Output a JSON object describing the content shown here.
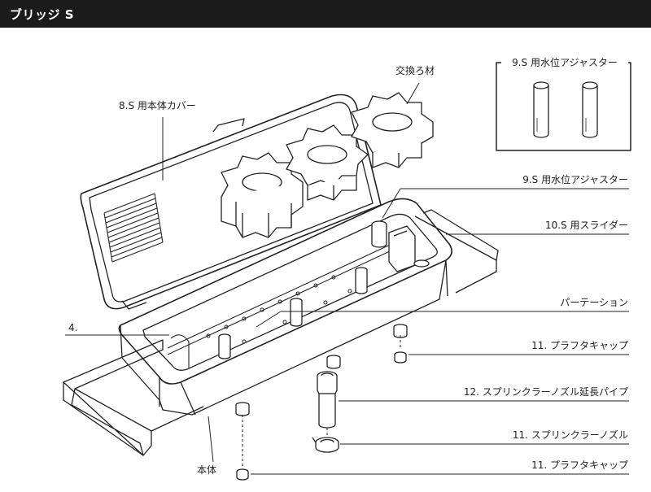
{
  "header": {
    "title": "ブリッジ S"
  },
  "labels": {
    "body_cover": "8.S 用本体カバー",
    "media": "交換ろ材",
    "inset_adjuster": "9.S 用水位アジャスター",
    "adjuster": "9.S 用水位アジャスター",
    "slider": "10.S 用スライダー",
    "partition": "パーテーション",
    "part4": "4.",
    "float_cap_1": "11. プラフタキャップ",
    "extension_pipe": "12. スプリンクラーノズル延長パイプ",
    "nozzle": "11. スプリンクラーノズル",
    "float_cap_2": "11. プラフタキャップ",
    "main_body": "本体"
  },
  "colors": {
    "header_bg": "#1b1b1b",
    "header_text": "#ffffff",
    "line": "#222222"
  }
}
